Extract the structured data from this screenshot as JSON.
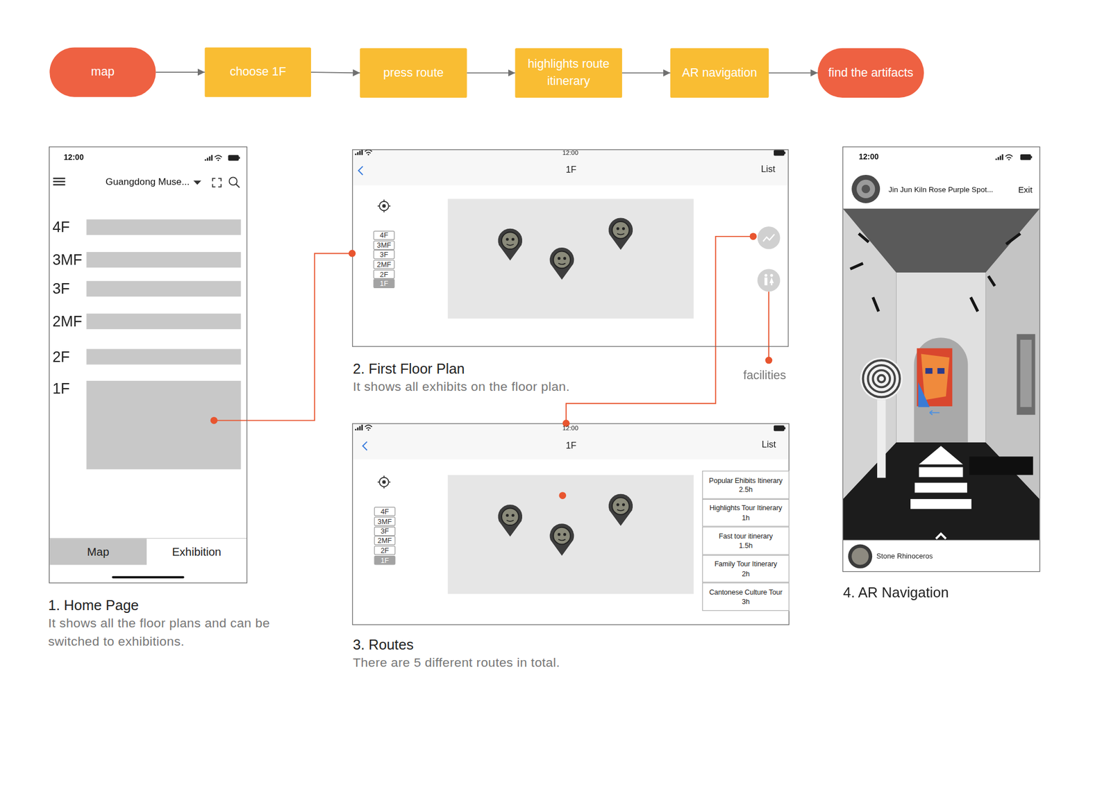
{
  "diagram": {
    "nodes": [
      {
        "text": [
          "map"
        ]
      },
      {
        "text": [
          "choose 1F"
        ]
      },
      {
        "text": [
          "press route"
        ]
      },
      {
        "text": [
          "highlights route itinerary"
        ]
      },
      {
        "text": [
          "AR navigation"
        ]
      },
      {
        "text": [
          "find the artifacts"
        ]
      },
      {
        "text": [
          "1. Home Page",
          "It shows all the floor plans and can be switched to exhibitions."
        ]
      },
      {
        "text": [
          "Map"
        ],
        "in": 6
      },
      {
        "text": [
          "Exhibition"
        ],
        "in": 6
      },
      {
        "text": [
          "2. First Floor Plan",
          "It shows all exhibits on the floor plan."
        ]
      },
      {
        "text": [
          "4F"
        ],
        "in": 9
      },
      {
        "text": [
          "3MF"
        ],
        "in": 9
      },
      {
        "text": [
          "3F"
        ],
        "in": 9
      },
      {
        "text": [
          "2MF"
        ],
        "in": 9
      },
      {
        "text": [
          "2F"
        ],
        "in": 9
      },
      {
        "text": [
          "1F"
        ],
        "in": 9
      },
      {
        "text": [
          "3. Routes",
          "There are 5 different routes in total."
        ]
      },
      {
        "text": [
          "4F"
        ],
        "in": 16
      },
      {
        "text": [
          "3MF"
        ],
        "in": 16
      },
      {
        "text": [
          "3F"
        ],
        "in": 16
      },
      {
        "text": [
          "2MF"
        ],
        "in": 16
      },
      {
        "text": [
          "2F"
        ],
        "in": 16
      },
      {
        "text": [
          "1F"
        ],
        "in": 16
      },
      {
        "text": [
          "Popular Ehibits Itinerary",
          "2.5h"
        ],
        "in": 16
      },
      {
        "text": [
          "Highlights Tour Itinerary",
          "1h"
        ],
        "in": 16
      },
      {
        "text": [
          "Fast tour itinerary",
          "1.5h"
        ],
        "in": 16
      },
      {
        "text": [
          "Family Tour Itinerary",
          "2h"
        ],
        "in": 16
      },
      {
        "text": [
          "Cantonese Culture Tour",
          "3h"
        ],
        "in": 16
      },
      {
        "text": [
          "4. AR Navigation"
        ]
      }
    ],
    "edges": [
      {
        "from": 0,
        "to": 1,
        "arrow": "to"
      },
      {
        "from": 1,
        "to": 2,
        "arrow": "to"
      },
      {
        "from": 2,
        "to": 3,
        "arrow": "to"
      },
      {
        "from": 3,
        "to": 4,
        "arrow": "to"
      },
      {
        "from": 4,
        "to": 5,
        "arrow": "to"
      },
      {
        "from": 6,
        "to": 9,
        "arrow": "none"
      },
      {
        "from": 9,
        "to": 16,
        "arrow": "none"
      }
    ],
    "labels": [
      "12:00",
      "Guangdong Muse...",
      "4F",
      "3MF",
      "3F",
      "2MF",
      "2F",
      "1F",
      "12:00",
      "1F",
      "List",
      "facilities",
      "12:00",
      "1F",
      "List",
      "12:00",
      "Jin Jun Kiln Rose Purple Spot...",
      "Exit",
      "Stone Rhinoceros"
    ]
  }
}
